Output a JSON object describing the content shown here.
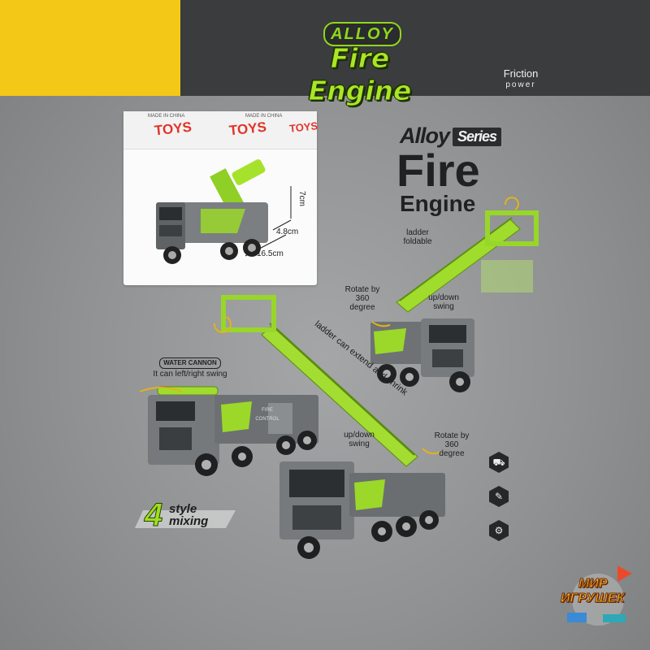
{
  "header": {
    "brand_word": "ALLOY",
    "product_title": "Fire Engine",
    "friction_top": "Friction",
    "friction_bottom": "power"
  },
  "package": {
    "toys_word": "TOYS",
    "made_in": "MADE IN CHINA",
    "dim_height": "7cm",
    "dim_width": "4.8cm",
    "dim_length": "16.5cm"
  },
  "series": {
    "alloy_word": "Alloy",
    "series_word": "Series",
    "fire_word": "Fire",
    "engine_word": "Engine"
  },
  "labels": {
    "ladder_foldable": "ladder foldable",
    "rotate_a": "Rotate by 360 degree",
    "updown_a": "up/down swing",
    "ladder_extend": "ladder can extend and shrink",
    "water_cannon": "WATER CANNON",
    "left_right": "It can left/right swing",
    "updown_b": "up/down swing",
    "rotate_b": "Rotate by 360 degree",
    "fire_control": "FIRE CONTROL"
  },
  "style_mix": {
    "number": "4",
    "line1": "style",
    "line2": "mixing"
  },
  "logo": {
    "line1": "МИР",
    "line2": "ИГРУШЕК"
  },
  "colors": {
    "accent_green": "#a9e626",
    "yellow": "#f4c817",
    "dark_band": "#3a3c3d",
    "truck_grey": "#6e7274"
  }
}
